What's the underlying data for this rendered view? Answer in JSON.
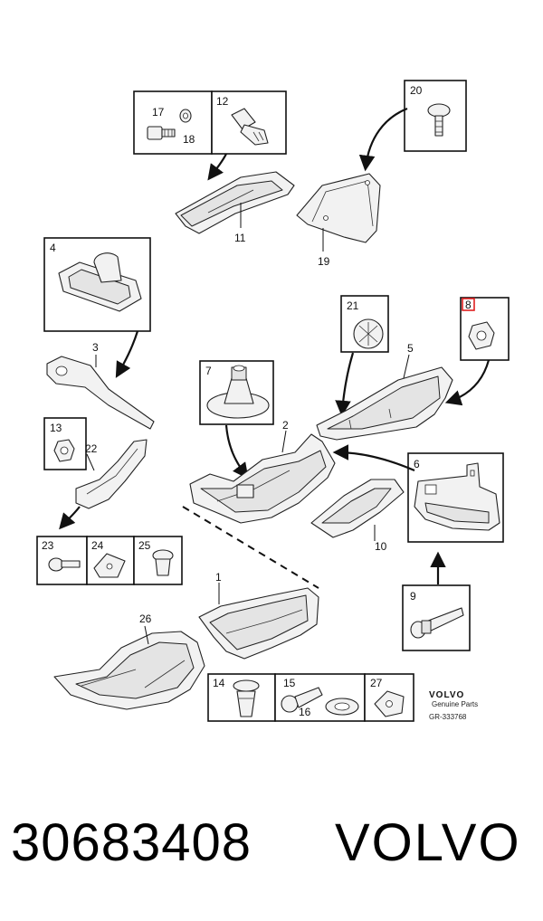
{
  "diagram": {
    "callouts": {
      "c1": "1",
      "c2": "2",
      "c3": "3",
      "c4": "4",
      "c5": "5",
      "c6": "6",
      "c7": "7",
      "c8": "8",
      "c9": "9",
      "c10": "10",
      "c11": "11",
      "c12": "12",
      "c13": "13",
      "c14": "14",
      "c15": "15",
      "c16": "16",
      "c17": "17",
      "c18": "18",
      "c19": "19",
      "c20": "20",
      "c21": "21",
      "c22": "22",
      "c23": "23",
      "c24": "24",
      "c25": "25",
      "c26": "26",
      "c27": "27"
    },
    "highlight_color": "#e02020",
    "footer": {
      "brand": "VOLVO",
      "subtitle": "Genuine Parts",
      "drawing_id": "GR-333768"
    }
  },
  "caption": {
    "part_number": "30683408",
    "brand": "VOLVO"
  }
}
